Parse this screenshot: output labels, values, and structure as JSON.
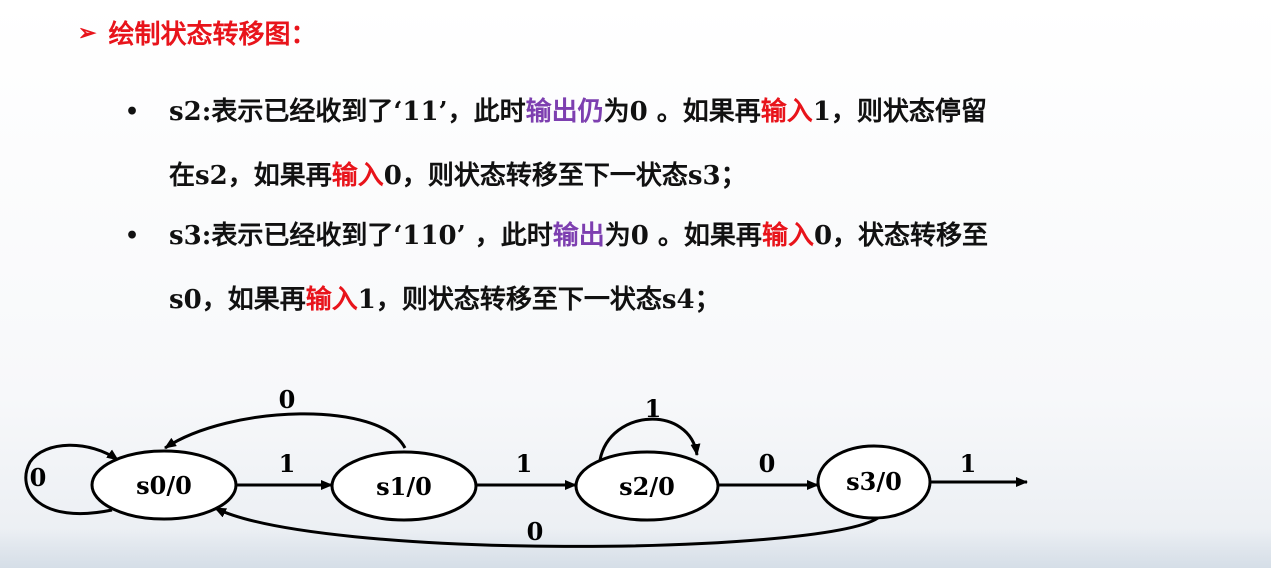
{
  "heading": {
    "arrow": "➢",
    "text": "绘制状态转移图："
  },
  "bullet1": {
    "l1_a": "s2:表示已经收到了‘11’，此时",
    "l1_b": "输出仍",
    "l1_c": "为0 。如果再",
    "l1_d": "输入",
    "l1_e": "1，则状态停留",
    "l2_a": "在s2，如果再",
    "l2_b": "输入",
    "l2_c": "0，则状态转移至下一状态s3；"
  },
  "bullet2": {
    "l1_a": "s3:表示已经收到了‘110’ ，此时",
    "l1_b": "输出",
    "l1_c": "为0 。如果再",
    "l1_d": "输入",
    "l1_e": "0，状态转移至",
    "l2_a": "s0，如果再",
    "l2_b": "输入",
    "l2_c": "1，则状态转移至下一状态s4；"
  },
  "diagram": {
    "states": [
      "s0/0",
      "s1/0",
      "s2/0",
      "s3/0"
    ],
    "edge_labels": {
      "s0_self": "0",
      "s1_to_s0": "0",
      "s0_to_s1": "1",
      "s1_to_s2": "1",
      "s2_self": "1",
      "s2_to_s3": "0",
      "s3_out": "1",
      "s3_to_s0": "0"
    }
  },
  "colors": {
    "heading": "#e8141b",
    "highlight_output": "#7d3fb0",
    "highlight_input": "#e8141b"
  }
}
